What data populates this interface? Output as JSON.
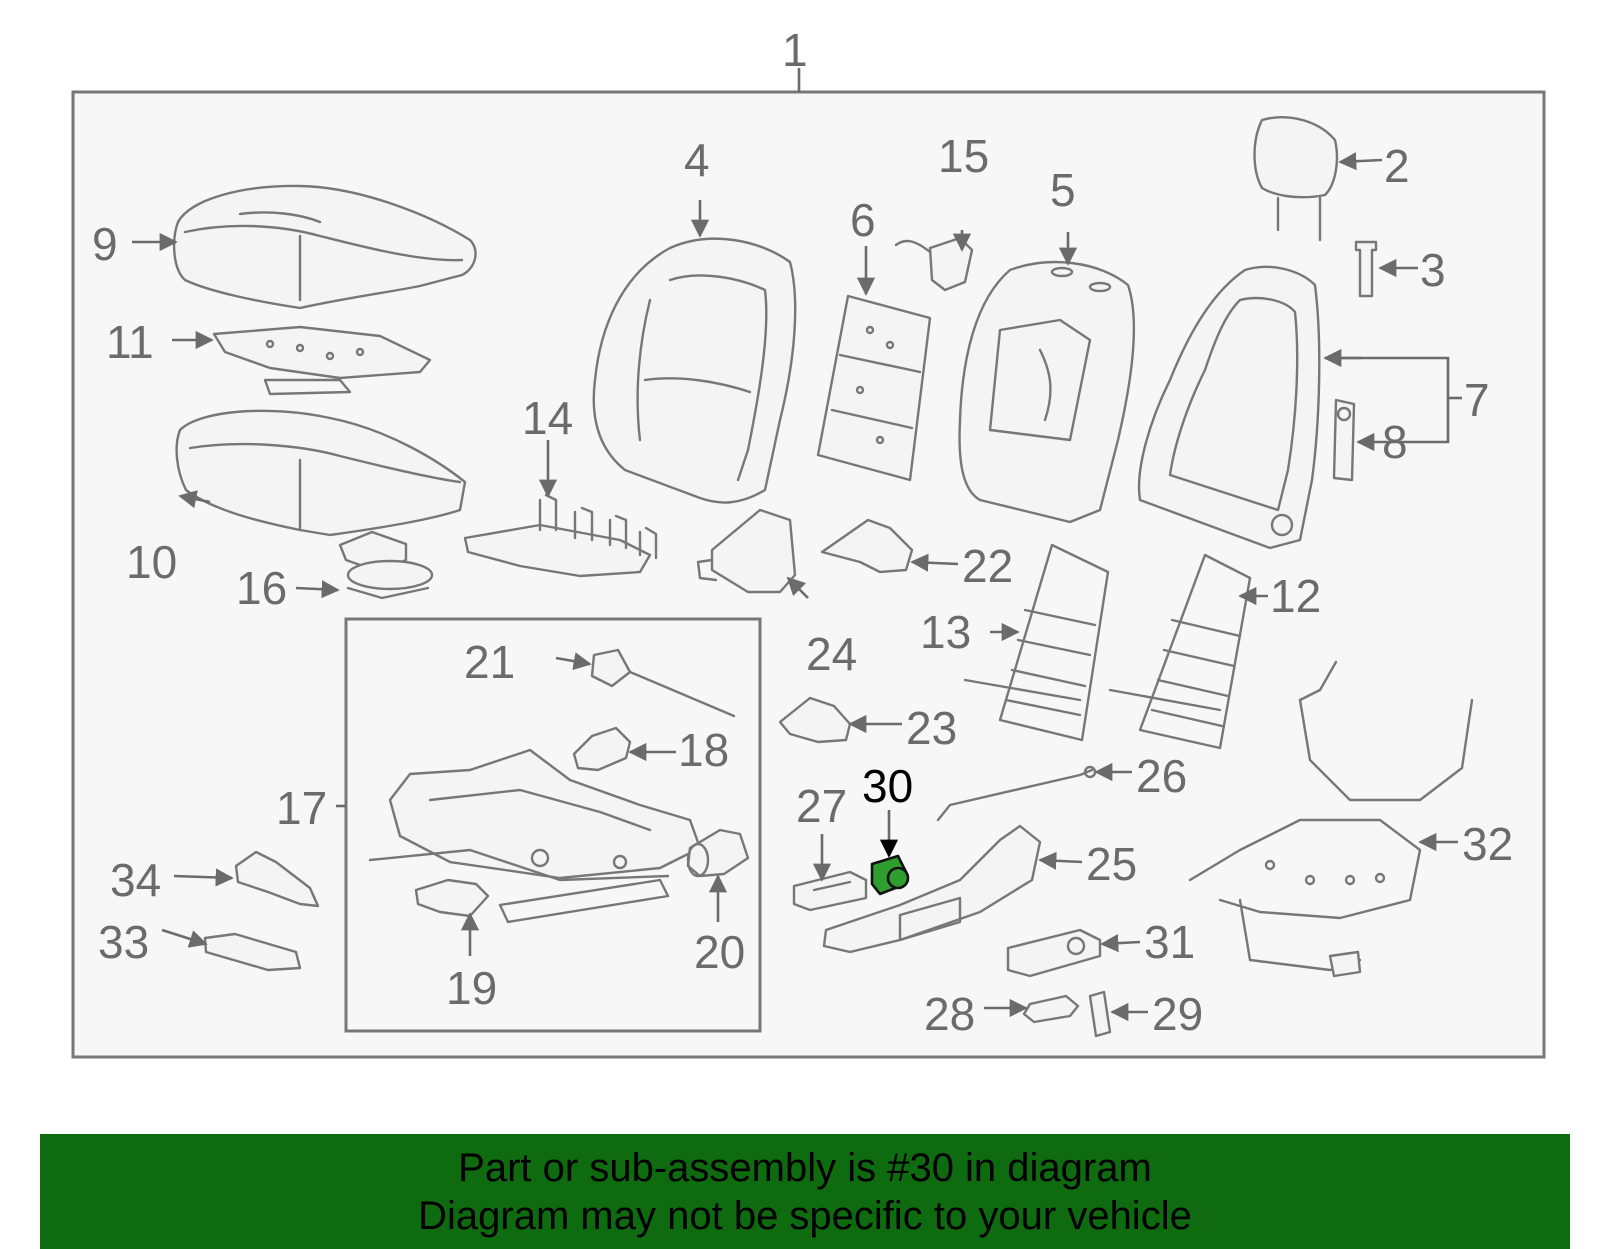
{
  "banner": {
    "line1": "Part or sub-assembly is #30 in diagram",
    "line2": "Diagram may not be specific to your vehicle",
    "background_color": "#0f6b0f",
    "text_color": "#000000"
  },
  "diagram": {
    "panel_fill": "#f7f7f7",
    "line_color": "#777777",
    "highlight_color": "#2e9e2e",
    "highlighted_part": "30",
    "callouts": [
      "1",
      "2",
      "3",
      "4",
      "5",
      "6",
      "7",
      "8",
      "9",
      "10",
      "11",
      "12",
      "13",
      "14",
      "15",
      "16",
      "17",
      "18",
      "19",
      "20",
      "21",
      "22",
      "23",
      "24",
      "25",
      "26",
      "27",
      "28",
      "29",
      "30",
      "31",
      "32",
      "33",
      "34"
    ]
  }
}
